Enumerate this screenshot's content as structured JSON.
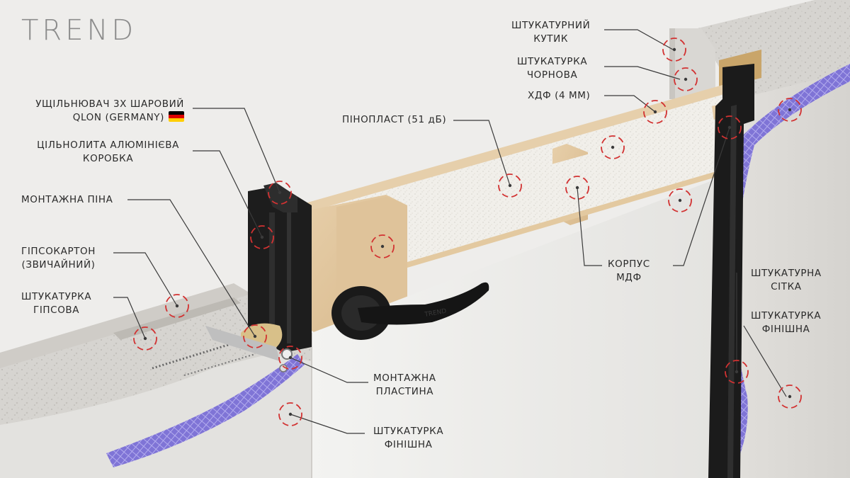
{
  "brand": {
    "logo_text": "TREND"
  },
  "flag_colors": [
    "#000000",
    "#dd0000",
    "#ffce00"
  ],
  "marker_color": "#d23232",
  "handle": {
    "engraving": "TREND"
  },
  "callouts": {
    "seal": {
      "line1": "УЩІЛЬНЮВАЧ 3Х ШАРОВИЙ",
      "line2": "QLON (GERMANY)",
      "flag_icon": "german-flag-icon"
    },
    "aluminum_box": {
      "line1": "ЦІЛЬНОЛИТА АЛЮМІНІЄВА",
      "line2": "КОРОБКА"
    },
    "mounting_foam": {
      "line1": "МОНТАЖНА ПІНА"
    },
    "drywall": {
      "line1": "ГІПСОКАРТОН",
      "line2": "(ЗВИЧАЙНИЙ)"
    },
    "gypsum_plaster": {
      "line1": "ШТУКАТУРКА",
      "line2": "ГІПСОВА"
    },
    "polystyrene": {
      "line1": "ПІНОПЛАСТ (51 дБ)"
    },
    "plaster_corner": {
      "line1": "ШТУКАТУРНИЙ",
      "line2": "КУТИК"
    },
    "rough_plaster": {
      "line1": "ШТУКАТУРКА",
      "line2": "ЧОРНОВА"
    },
    "hdf": {
      "line1": "ХДФ (4 ММ)"
    },
    "mdf_body": {
      "line1": "КОРПУС",
      "line2": "МДФ"
    },
    "plaster_mesh": {
      "line1": "ШТУКАТУРНА",
      "line2": "СІТКА"
    },
    "finish_plaster_right": {
      "line1": "ШТУКАТУРКА",
      "line2": "ФІНІШНА"
    },
    "mounting_plate": {
      "line1": "МОНТАЖНА",
      "line2": "ПЛАСТИНА"
    },
    "finish_plaster_bottom": {
      "line1": "ШТУКАТУРКА",
      "line2": "ФІНІШНА"
    }
  }
}
